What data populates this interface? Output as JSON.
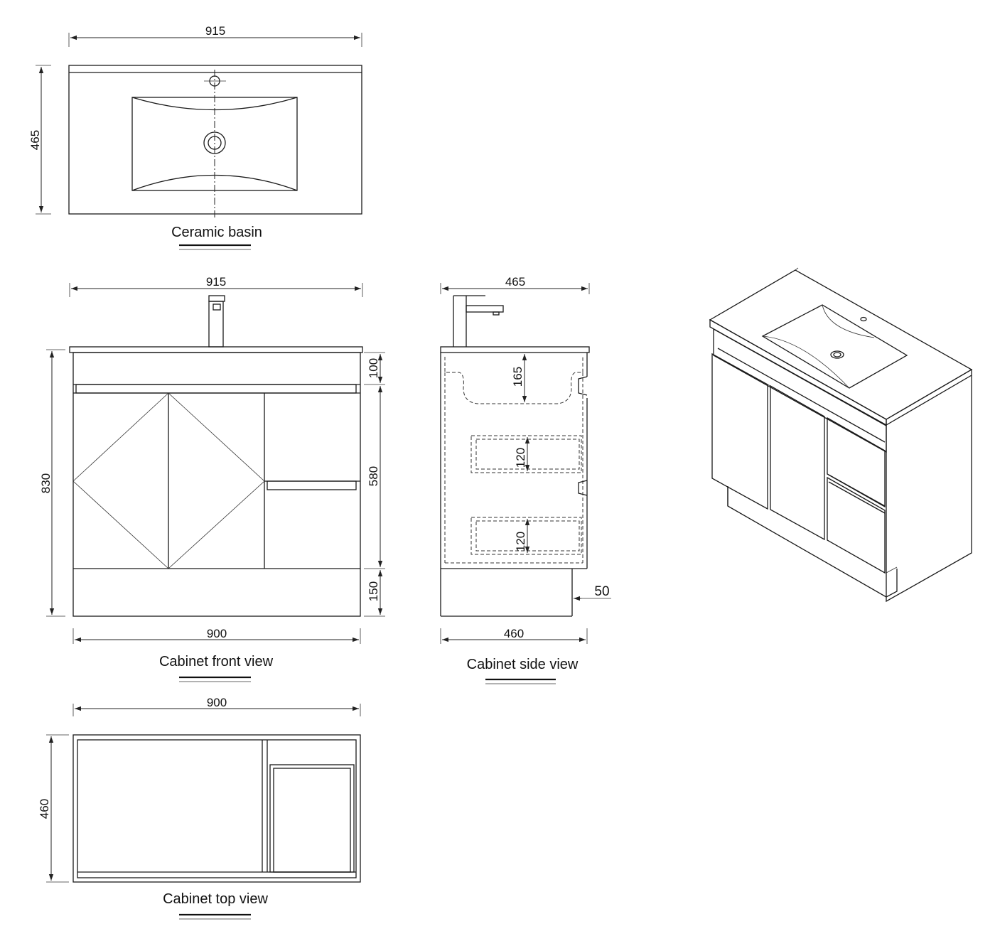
{
  "views": {
    "basin": {
      "title": "Ceramic basin",
      "width": "915",
      "depth": "465"
    },
    "front": {
      "title": "Cabinet front view",
      "top_width": "915",
      "bottom_width": "900",
      "height": "830",
      "seg_top": "100",
      "seg_mid": "580",
      "seg_bottom": "150"
    },
    "side": {
      "title": "Cabinet side view",
      "top_depth": "465",
      "bottom_depth": "460",
      "bowl_depth": "165",
      "drawer_upper": "120",
      "drawer_lower": "120",
      "kick_recess": "50"
    },
    "top": {
      "title": "Cabinet top view",
      "width": "900",
      "depth": "460"
    }
  }
}
